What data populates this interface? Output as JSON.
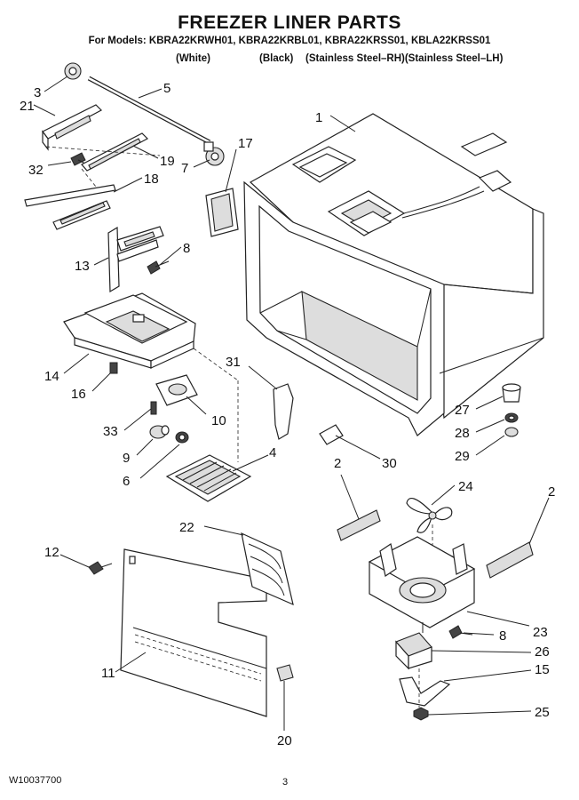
{
  "header": {
    "title": "FREEZER LINER PARTS",
    "models": "For Models: KBRA22KRWH01, KBRA22KRBL01, KBRA22KRSS01, KBLA22KRSS01",
    "variants": [
      "(White)",
      "(Black)",
      "(Stainless Steel–RH)(Stainless Steel–LH)"
    ]
  },
  "footer": {
    "document_number": "W10037700",
    "page_number": "3"
  },
  "callouts": [
    "1",
    "2",
    "2",
    "3",
    "4",
    "5",
    "7",
    "8",
    "8",
    "9",
    "10",
    "11",
    "12",
    "13",
    "14",
    "15",
    "16",
    "17",
    "18",
    "19",
    "20",
    "21",
    "22",
    "23",
    "24",
    "25",
    "26",
    "27",
    "28",
    "29",
    "30",
    "31",
    "32",
    "33",
    "6"
  ]
}
